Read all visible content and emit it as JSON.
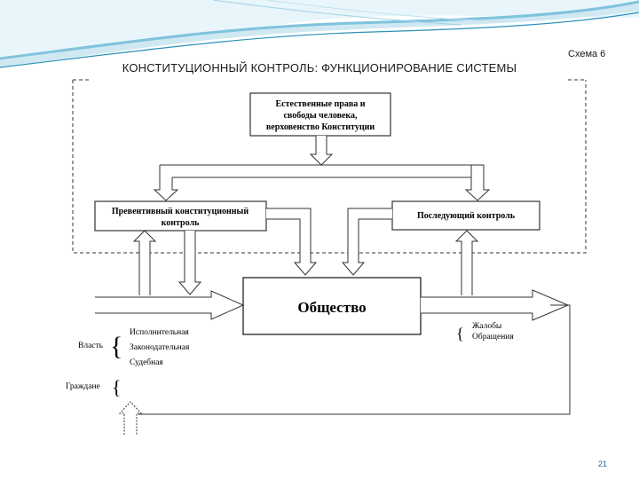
{
  "slide": {
    "title": "КОНСТИТУЦИОННЫЙ КОНТРОЛЬ: ФУНКЦИОНИРОВАНИЕ СИСТЕМЫ",
    "scheme_label": "Схема 6",
    "page_number": "21"
  },
  "diagram": {
    "rights_box": [
      "Естественные права и",
      "свободы человека,",
      "верховенство Конституции"
    ],
    "preventive_box": [
      "Превентивный конституционный",
      "контроль"
    ],
    "subsequent_box": "Последующий контроль",
    "society_box": "Общество",
    "power_label": "Власть",
    "power_branches": [
      "Исполнительная",
      "Законодательная",
      "Судебная"
    ],
    "citizens_label": "Граждане",
    "appeals": [
      "Жалобы",
      "Обращения"
    ]
  },
  "colors": {
    "wave_light": "#cfe8f2",
    "wave_mid": "#7fc3dd",
    "wave_dark": "#2a90b8",
    "line": "#333333",
    "page_number": "#2a5c9a"
  }
}
